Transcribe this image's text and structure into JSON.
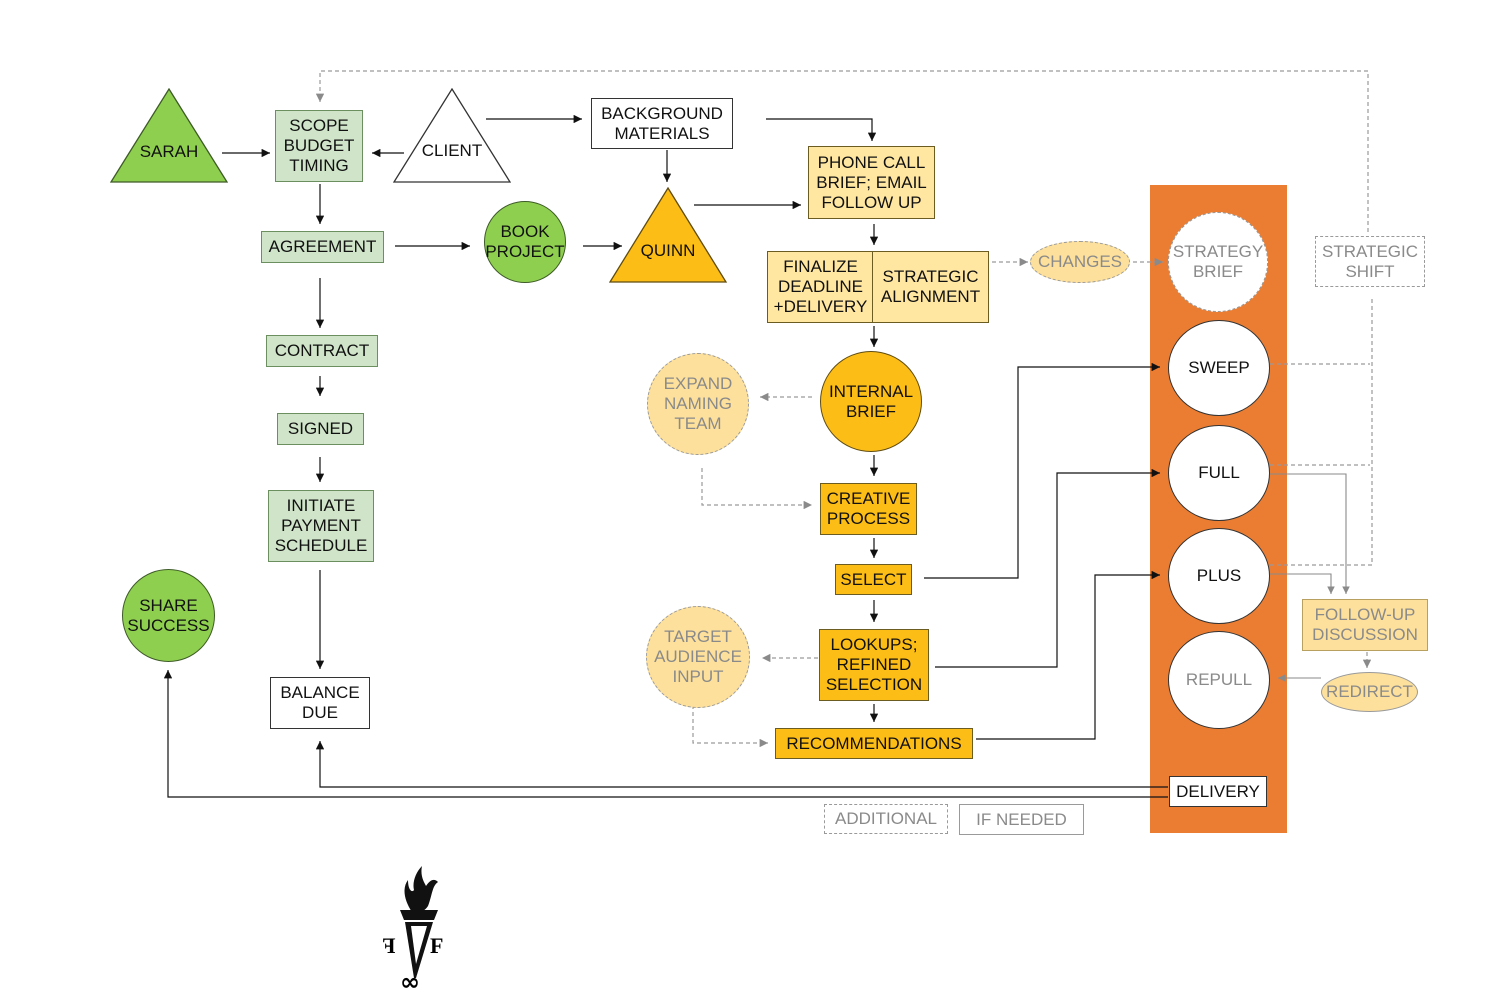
{
  "nodes": {
    "sarah": "SARAH",
    "scope": "SCOPE\nBUDGET\nTIMING",
    "client": "CLIENT",
    "background": "BACKGROUND\nMATERIALS",
    "phone": "PHONE CALL\nBRIEF; EMAIL\nFOLLOW UP",
    "agreement": "AGREEMENT",
    "book": "BOOK\nPROJECT",
    "quinn": "QUINN",
    "finalize": "FINALIZE\nDEADLINE\n+DELIVERY",
    "strategic_alignment": "STRATEGIC\nALIGNMENT",
    "changes": "CHANGES",
    "strategy_brief": "STRATEGY\nBRIEF",
    "strategic_shift": "STRATEGIC\nSHIFT",
    "contract": "CONTRACT",
    "signed": "SIGNED",
    "initiate": "INITIATE\nPAYMENT\nSCHEDULE",
    "expand": "EXPAND\nNAMING\nTEAM",
    "internal": "INTERNAL\nBRIEF",
    "creative": "CREATIVE\nPROCESS",
    "select": "SELECT",
    "sweep": "SWEEP",
    "full": "FULL",
    "plus": "PLUS",
    "repull": "REPULL",
    "share": "SHARE\nSUCCESS",
    "target": "TARGET\nAUDIENCE\nINPUT",
    "lookups": "LOOKUPS;\nREFINED\nSELECTION",
    "recommendations": "RECOMMENDATIONS",
    "followup": "FOLLOW-UP\nDISCUSSION",
    "redirect": "REDIRECT",
    "balance": "BALANCE\nDUE",
    "delivery": "DELIVERY"
  },
  "legend": {
    "additional": "ADDITIONAL",
    "if_needed": "IF NEEDED"
  },
  "logo": {
    "left_letter": "F",
    "right_letter": "F",
    "symbol": "∞"
  },
  "colors": {
    "green_fill": "#8fcf4f",
    "green_box": "#cfe4c8",
    "yellow_box": "#ffe7a1",
    "gold": "#fdbd17",
    "orange_band": "#eb7d33",
    "gray_text": "#8a8a8a"
  }
}
